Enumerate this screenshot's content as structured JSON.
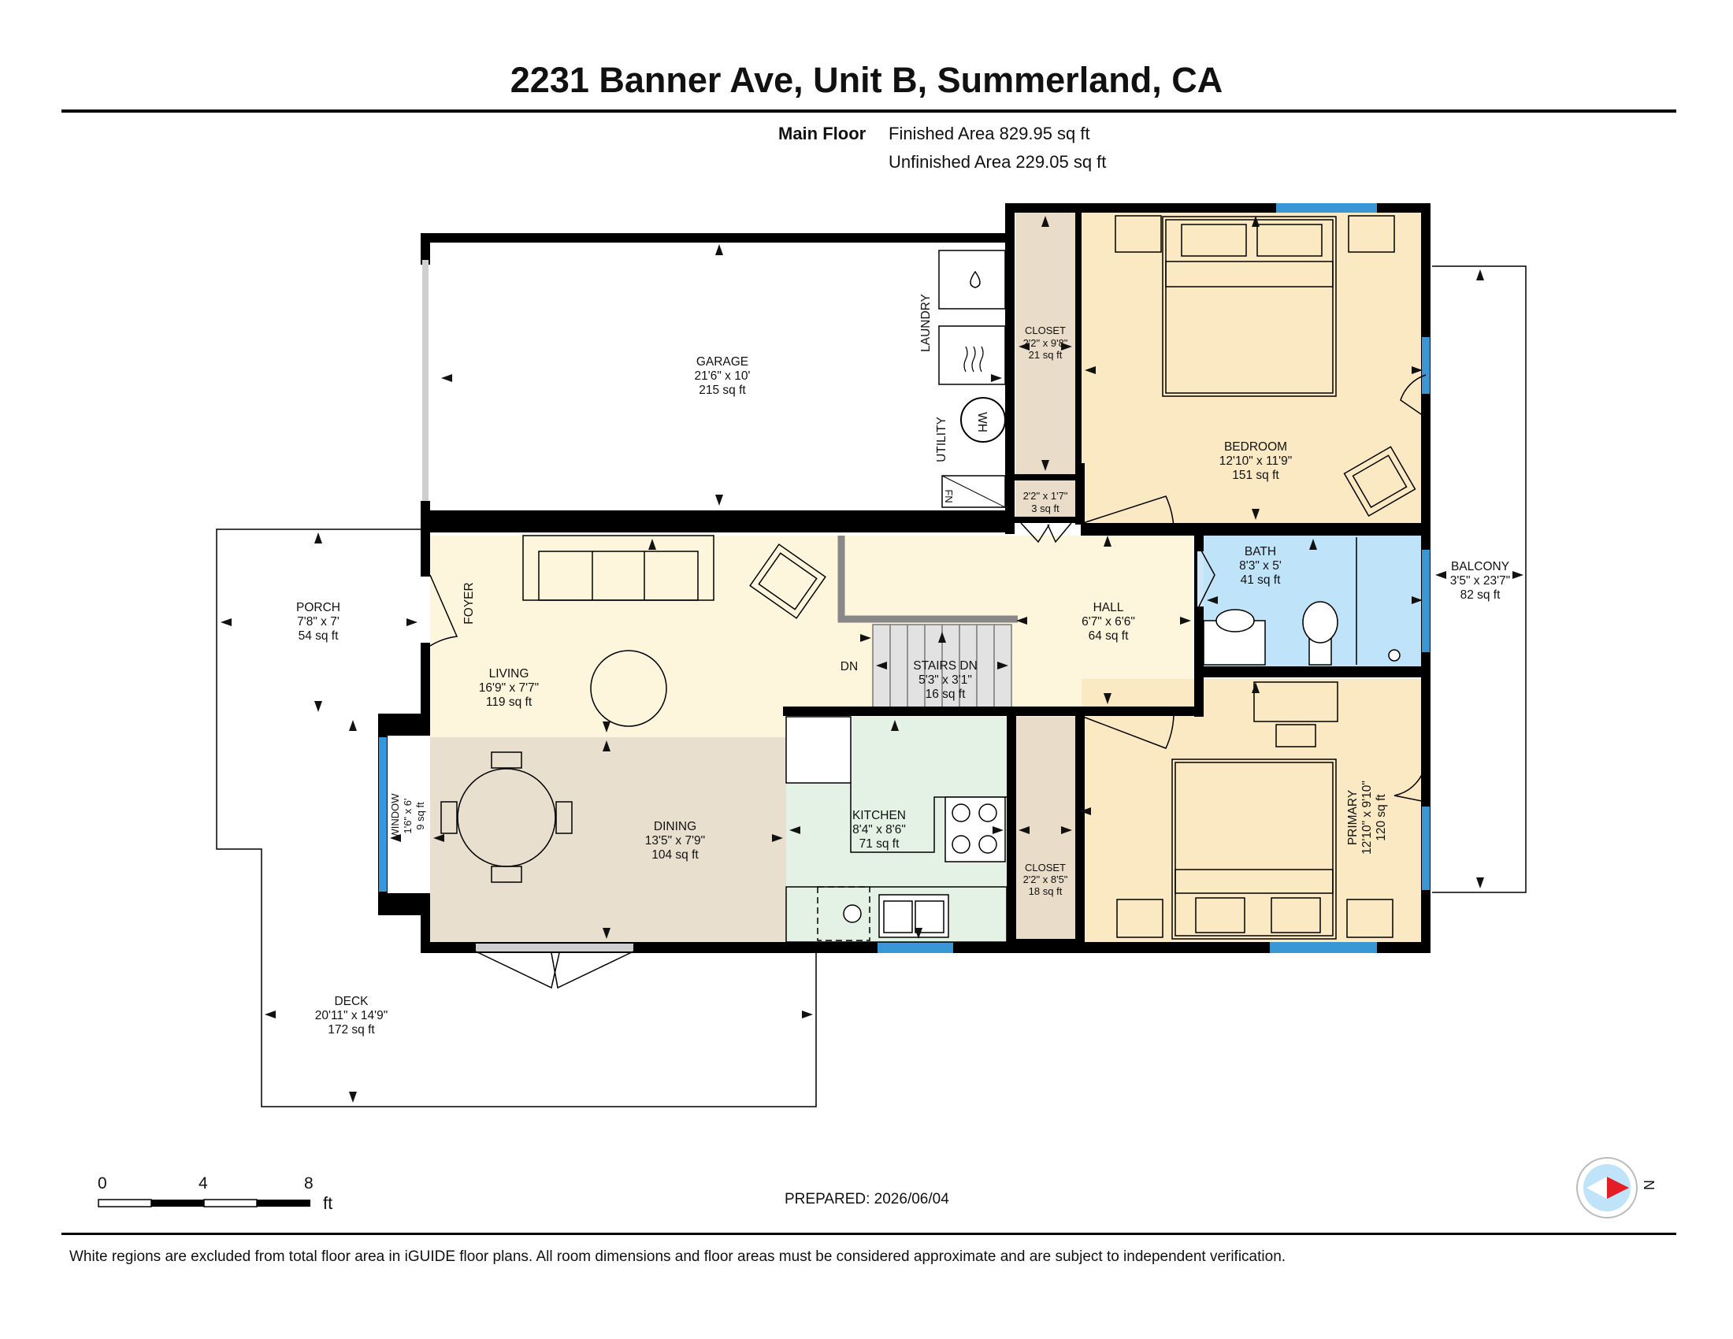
{
  "title": "2231 Banner Ave, Unit B, Summerland, CA",
  "floor": {
    "name": "Main Floor",
    "finished_area": "Finished Area 829.95 sq ft",
    "unfinished_area": "Unfinished Area 229.05 sq ft"
  },
  "rooms": {
    "garage": {
      "name": "GARAGE",
      "dims": "21'6\" x 10'",
      "area": "215 sq ft"
    },
    "laundry": {
      "name": "LAUNDRY"
    },
    "utility": {
      "name": "UTILITY"
    },
    "wh": {
      "name": "WH"
    },
    "fn": {
      "name": "FN"
    },
    "closet1": {
      "name": "CLOSET",
      "dims": "2'2\" x 9'8\"",
      "area": "21 sq ft"
    },
    "linen": {
      "name": "2'2\" x 1'7\"",
      "area": "3 sq ft"
    },
    "bedroom": {
      "name": "BEDROOM",
      "dims": "12'10\" x 11'9\"",
      "area": "151 sq ft"
    },
    "balcony": {
      "name": "BALCONY",
      "dims": "3'5\" x 23'7\"",
      "area": "82 sq ft"
    },
    "porch": {
      "name": "PORCH",
      "dims": "7'8\" x 7'",
      "area": "54 sq ft"
    },
    "foyer": {
      "name": "FOYER"
    },
    "living": {
      "name": "LIVING",
      "dims": "16'9\" x 7'7\"",
      "area": "119 sq ft"
    },
    "dn": {
      "name": "DN"
    },
    "stairs": {
      "name": "STAIRS DN",
      "dims": "5'3\" x 3'1\"",
      "area": "16 sq ft"
    },
    "hall": {
      "name": "HALL",
      "dims": "6'7\" x 6'6\"",
      "area": "64 sq ft"
    },
    "bath": {
      "name": "BATH",
      "dims": "8'3\" x 5'",
      "area": "41 sq ft"
    },
    "window": {
      "name": "WINDOW",
      "dims": "1'6\" x 6'",
      "area": "9 sq ft"
    },
    "dining": {
      "name": "DINING",
      "dims": "13'5\" x 7'9\"",
      "area": "104 sq ft"
    },
    "kitchen": {
      "name": "KITCHEN",
      "dims": "8'4\" x 8'6\"",
      "area": "71 sq ft"
    },
    "closet2": {
      "name": "CLOSET",
      "dims": "2'2\" x 8'5\"",
      "area": "18 sq ft"
    },
    "primary": {
      "name": "PRIMARY",
      "dims": "12'10\" x 9'10\"",
      "area": "120 sq ft"
    },
    "deck": {
      "name": "DECK",
      "dims": "20'11\" x 14'9\"",
      "area": "172 sq ft"
    }
  },
  "colors": {
    "wall": "#000000",
    "bedroom": "#fbe9c3",
    "living": "#fdf5dc",
    "dining": "#e9dfcf",
    "kitchen": "#e4f2e6",
    "bath": "#bfe3f8",
    "closet": "#e9ddc9",
    "window": "#3a97d6"
  },
  "scale": {
    "ticks": [
      "0",
      "4",
      "8"
    ],
    "unit": "ft"
  },
  "compass": {
    "label": "N",
    "icon": "compass-icon"
  },
  "prepared": "PREPARED: 2026/06/04",
  "disclaimer": "White regions are excluded from total floor area in iGUIDE floor plans. All room dimensions and floor areas must be considered approximate and are subject to independent verification."
}
